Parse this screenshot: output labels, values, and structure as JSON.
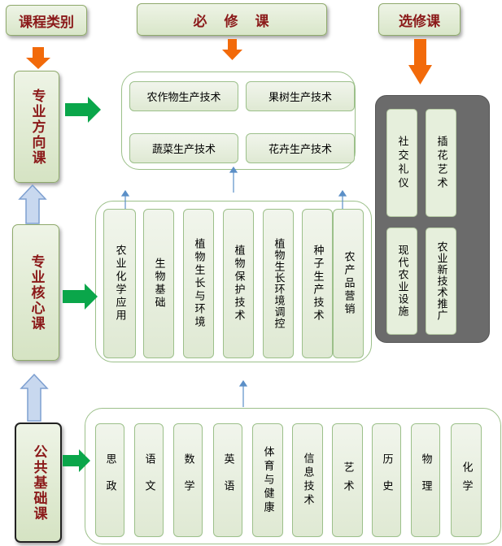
{
  "headers": {
    "category": "课程类别",
    "required": "必　修　课",
    "elective": "选修课"
  },
  "categories": {
    "direction": "专业方向课",
    "core": "专业核心课",
    "foundation": "公共基础课"
  },
  "direction_courses": [
    "农作物生产技术",
    "果树生产技术",
    "蔬菜生产技术",
    "花卉生产技术"
  ],
  "core_courses": [
    "农业化学应用",
    "生物基础",
    "植物生长与环境",
    "植物保护技术",
    "植物生长环境调控",
    "种子生产技术",
    "农产品营销"
  ],
  "foundation_courses": [
    "思政",
    "语文",
    "数学",
    "英语",
    "体育与健康",
    "信息技术",
    "艺术",
    "历史",
    "物理",
    "化学"
  ],
  "elective_courses": [
    "社交礼仪",
    "插花艺术",
    "现代农业设施",
    "农业新技术推广"
  ],
  "colors": {
    "header_text": "#8b1a1a",
    "box_fill": "#dfe9d3",
    "box_border": "#9cc08a",
    "green_arrow": "#0aa64a",
    "orange_arrow": "#f26a0a",
    "blue_arrow": "#9bb7dc",
    "elective_panel": "#6b6b6b"
  }
}
